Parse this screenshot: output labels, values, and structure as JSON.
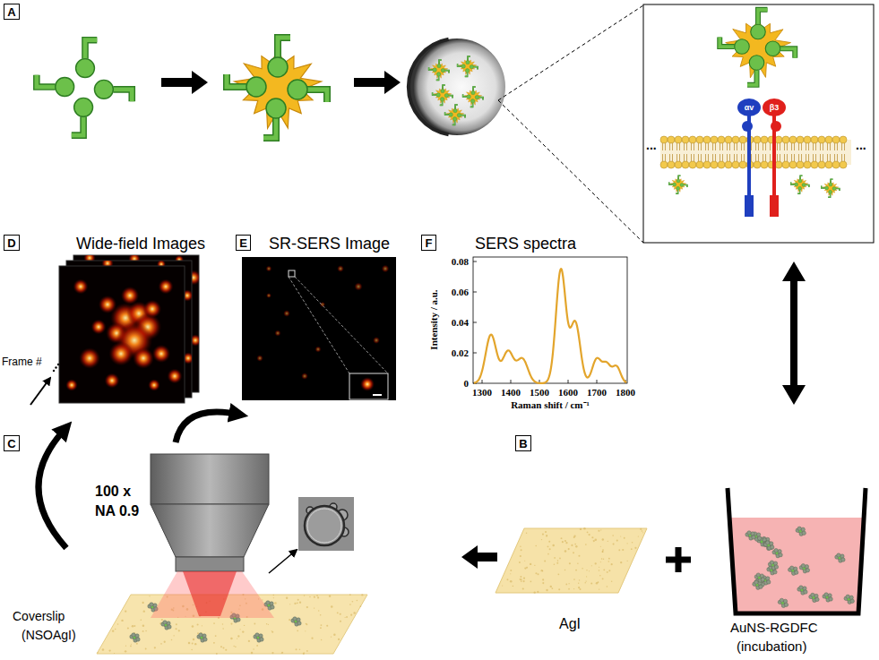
{
  "diagram": {
    "nodes": [
      {
        "text": [
          "A"
        ]
      },
      {
        "text": [
          "D"
        ]
      },
      {
        "text": [
          "E"
        ]
      },
      {
        "text": [
          "F"
        ]
      },
      {
        "text": [
          "C"
        ]
      },
      {
        "text": [
          "B"
        ]
      }
    ],
    "labels": [
      "Wide-field Images",
      "SR-SERS Image",
      "SERS spectra",
      "Frame #",
      "100 x",
      "NA 0.9",
      "Coverslip",
      "(NSOAgI)",
      "AgI",
      "AuNS-RGDFC",
      "(incubation)",
      "αv",
      "β3",
      "...",
      "...",
      "Intensity / a.u.",
      "Raman shift / cm⁻¹",
      "0",
      "0.02",
      "0.04",
      "0.06",
      "0.08",
      "1300",
      "1400",
      "1500",
      "1600",
      "1700",
      "1800"
    ]
  }
}
